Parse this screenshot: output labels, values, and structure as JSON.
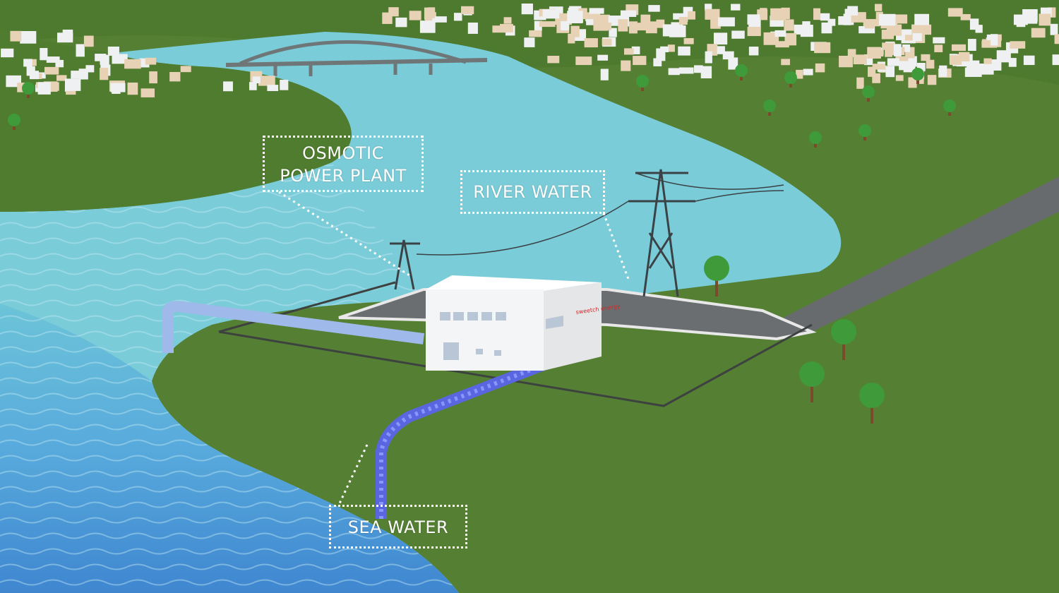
{
  "labels": {
    "osmotic_line1": "OSMOTIC",
    "osmotic_line2": "POWER PLANT",
    "river_water": "RIVER WATER",
    "sea_water": "SEA WATER"
  },
  "building_logo": "sweetch energy",
  "colors": {
    "land": "#557f33",
    "river": "#7accd8",
    "sea": "#4d9edb",
    "road": "#666a6c",
    "pipe": "#5a66e0",
    "building": "#f4f5f6"
  }
}
